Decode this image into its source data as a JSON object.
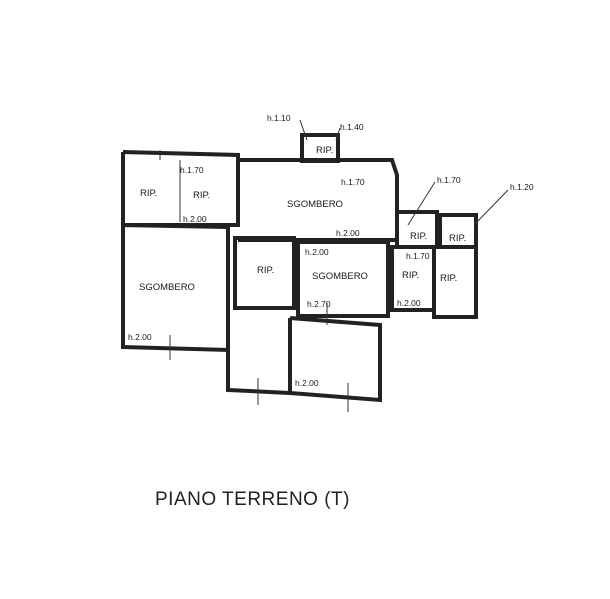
{
  "plan": {
    "title": "PIANO TERRENO (T)",
    "rooms": [
      {
        "id": "rip-1",
        "label": "RIP."
      },
      {
        "id": "rip-2",
        "label": "RIP."
      },
      {
        "id": "sgombero-top",
        "label": "SGOMBERO"
      },
      {
        "id": "sgombero-left",
        "label": "SGOMBERO"
      },
      {
        "id": "rip-3",
        "label": "RIP."
      },
      {
        "id": "sgombero-mid",
        "label": "SGOMBERO"
      },
      {
        "id": "rip-top",
        "label": "RIP."
      },
      {
        "id": "rip-r1",
        "label": "RIP."
      },
      {
        "id": "rip-r2",
        "label": "RIP."
      },
      {
        "id": "rip-r3",
        "label": "RIP."
      },
      {
        "id": "rip-r4",
        "label": "RIP."
      }
    ],
    "heights": [
      "h.1.10",
      "h.1.40",
      "h.1.70",
      "h.2.00",
      "h.1.70",
      "h.2.00",
      "h.1.70",
      "h.1.20",
      "h.2.00",
      "h.2.70",
      "h.1.70",
      "h.2.00",
      "h.2.00",
      "h.2.00"
    ]
  }
}
